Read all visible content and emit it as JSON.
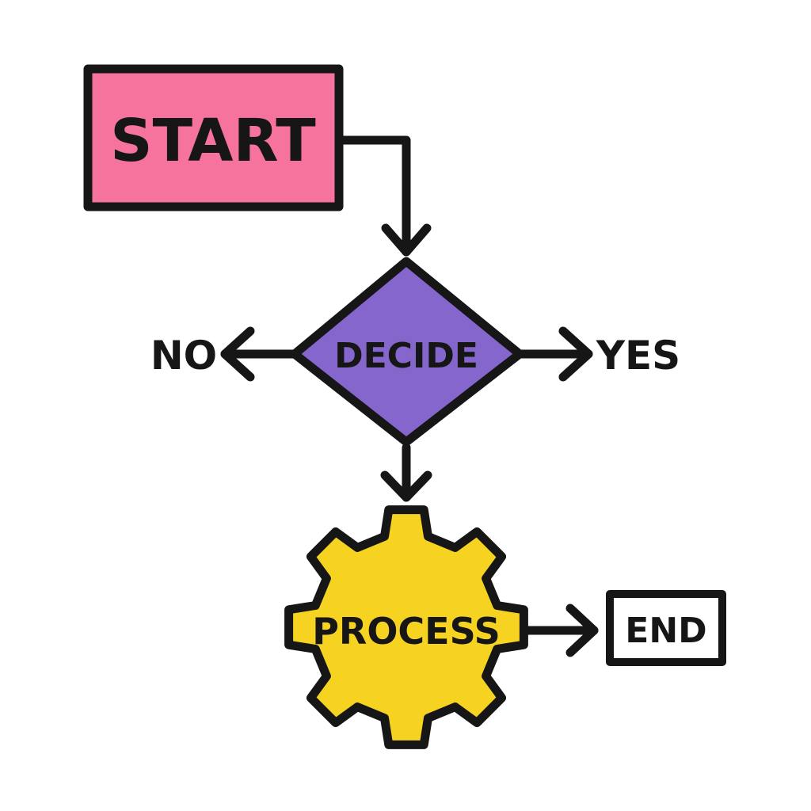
{
  "flowchart": {
    "start": {
      "label": "START",
      "fill": "#f6739e"
    },
    "decide": {
      "label": "DECIDE",
      "fill": "#8566cc"
    },
    "process": {
      "label": "PROCESS",
      "fill": "#f7d321"
    },
    "end": {
      "label": "END",
      "fill": "#ffffff"
    },
    "branches": {
      "no": "NO",
      "yes": "YES"
    },
    "stroke_color": "#161616"
  }
}
